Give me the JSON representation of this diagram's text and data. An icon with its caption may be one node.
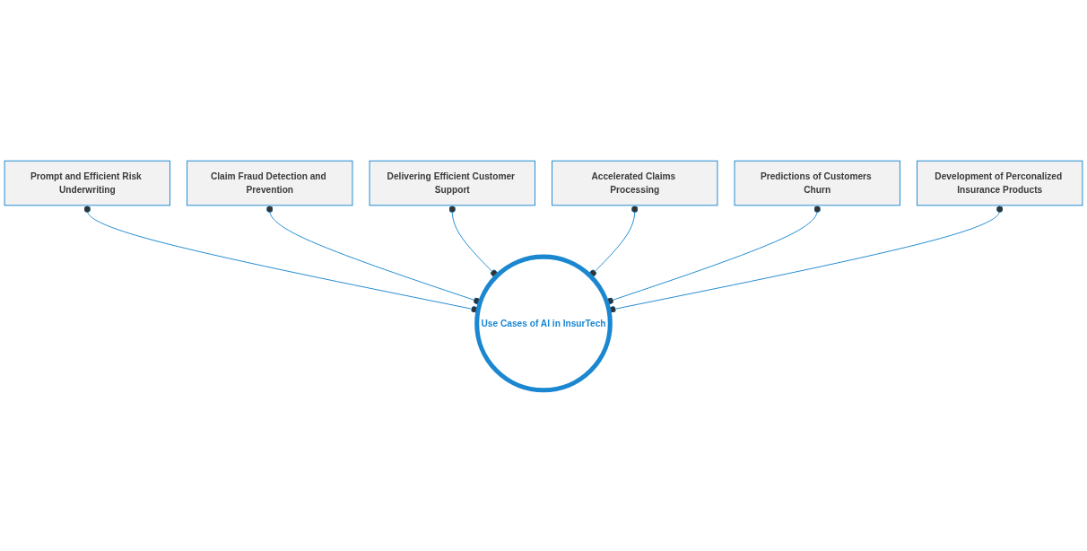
{
  "diagram": {
    "nodes": [
      {
        "text": [
          "Delivering Efficient Customer Support"
        ]
      },
      {
        "text": [
          "Accelerated Claims Processing"
        ]
      },
      {
        "text": [
          "Claim Fraud Detection and Prevention"
        ]
      },
      {
        "text": [
          "Predictions of Customers Churn"
        ]
      },
      {
        "text": [
          "Prompt and Efficient Risk Underwriting"
        ]
      },
      {
        "text": [
          "Development of Perconalized Insurance Products"
        ]
      },
      {
        "text": [
          "Use Cases of AI in InsurTech"
        ]
      }
    ],
    "edges": [
      {
        "from": 6,
        "to": 4,
        "arrow": "other"
      },
      {
        "from": 6,
        "to": 2,
        "arrow": "other"
      },
      {
        "from": 6,
        "to": 0,
        "arrow": "other"
      },
      {
        "from": 6,
        "to": 1,
        "arrow": "other"
      },
      {
        "from": 6,
        "to": 3,
        "arrow": "other"
      },
      {
        "from": 6,
        "to": 5,
        "arrow": "other"
      }
    ]
  }
}
